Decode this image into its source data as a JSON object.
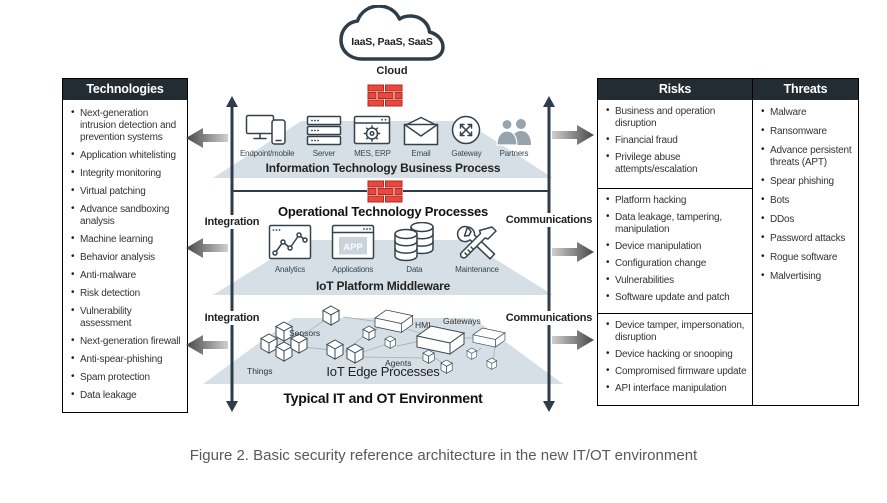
{
  "caption": "Figure 2. Basic security reference architecture in the new IT/OT environment",
  "cloud": {
    "text": "IaaS, PaaS, SaaS",
    "label": "Cloud"
  },
  "side_labels": {
    "integration": "Integration",
    "communications": "Communications"
  },
  "panels": {
    "technologies": {
      "title": "Technologies",
      "items": [
        "Next-generation intrusion detection and prevention systems",
        "Application whitelisting",
        "Integrity monitoring",
        "Virtual patching",
        "Advance sandboxing analysis",
        "Machine learning",
        "Behavior analysis",
        "Anti-malware",
        "Risk detection",
        "Vulnerability assessment",
        "Next-generation firewall",
        "Anti-spear-phishing",
        "Spam protection",
        "Data leakage"
      ]
    },
    "risks": {
      "title": "Risks",
      "sections": [
        [
          "Business and operation disruption",
          "Financial fraud",
          "Privilege abuse attempts/escalation"
        ],
        [
          "Platform hacking",
          "Data leakage, tampering, manipulation",
          "Device manipulation",
          "Configuration change",
          "Vulnerabilities",
          "Software update and patch"
        ],
        [
          "Device tamper, impersonation, disruption",
          "Device hacking or snooping",
          "Compromised firmware update",
          "API interface manipulation"
        ]
      ]
    },
    "threats": {
      "title": "Threats",
      "items": [
        "Malware",
        "Ransomware",
        "Advance persistent threats (APT)",
        "Spear phishing",
        "Bots",
        "DDos",
        "Password attacks",
        "Rogue software",
        "Malvertising"
      ]
    }
  },
  "diagram": {
    "it_layer": {
      "title": "Information Technology Business Process",
      "icons": [
        "Endpoint/mobile",
        "Server",
        "MES, ERP",
        "Email",
        "Gateway",
        "Partners"
      ]
    },
    "ot_heading": "Operational Technology Processes",
    "middleware_layer": {
      "title": "IoT Platform Middleware",
      "icons": [
        "Analytics",
        "Applications",
        "Data",
        "Maintenance"
      ],
      "app_text": "APP"
    },
    "edge_layer": {
      "title": "IoT Edge Processes",
      "nodes": {
        "things": "Things",
        "sensors": "Sensors",
        "hmi": "HMI",
        "agents": "Agents",
        "gateways": "Gateways"
      }
    },
    "bottom_title": "Typical IT and OT Environment"
  },
  "colors": {
    "header_bg": "#232b33",
    "brick_red": "#e8493c",
    "trapezoid": "#d6dfe5",
    "arrow_dark": "#2e3d49"
  }
}
